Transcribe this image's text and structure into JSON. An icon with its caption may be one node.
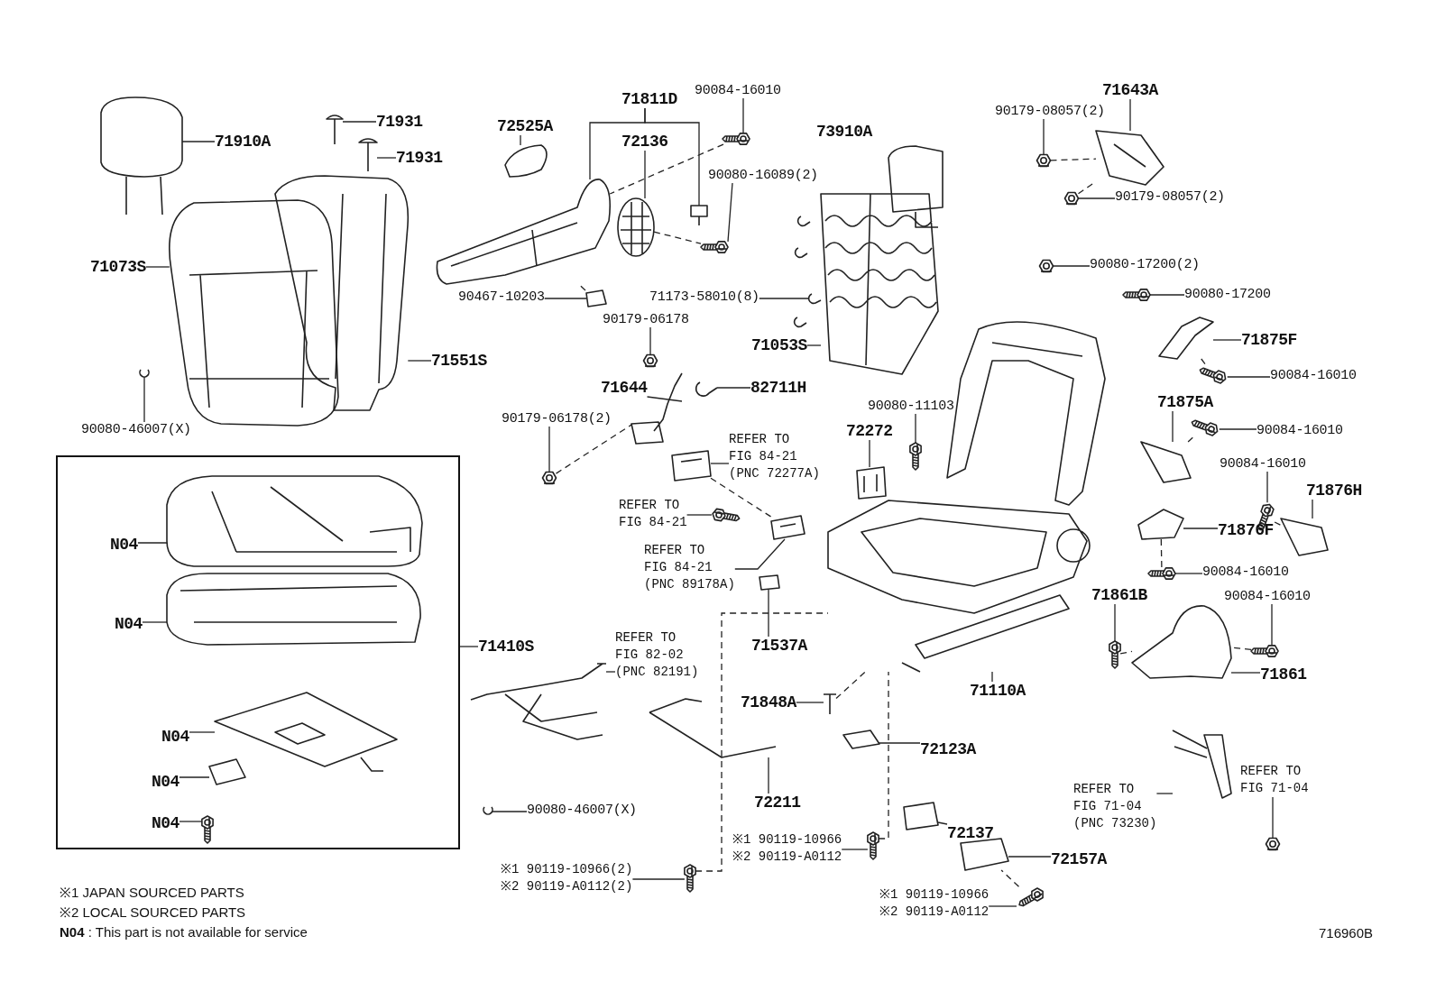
{
  "diagram": {
    "nodes": [
      {
        "text": [
          "71910A"
        ]
      },
      {
        "text": [
          "71931"
        ]
      },
      {
        "text": [
          "71931"
        ]
      },
      {
        "text": [
          "71073S"
        ]
      },
      {
        "text": [
          "71551S"
        ]
      },
      {
        "text": [
          "90080-46007(X)"
        ]
      },
      {
        "text": [
          "72525A"
        ]
      },
      {
        "text": [
          "71811D"
        ]
      },
      {
        "text": [
          "72136"
        ]
      },
      {
        "text": [
          "90084-16010"
        ]
      },
      {
        "text": [
          "90080-16089(2)"
        ]
      },
      {
        "text": [
          "90467-10203"
        ]
      },
      {
        "text": [
          "71173-58010(8)"
        ]
      },
      {
        "text": [
          "71053S"
        ]
      },
      {
        "text": [
          "90179-06178"
        ]
      },
      {
        "text": [
          "71644"
        ]
      },
      {
        "text": [
          "82711H"
        ]
      },
      {
        "text": [
          "90179-06178(2)"
        ]
      },
      {
        "text": [
          "90080-11103"
        ]
      },
      {
        "text": [
          "72272"
        ]
      },
      {
        "text": [
          "REFER TO FIG 84-21 (PNC 72277A)"
        ]
      },
      {
        "text": [
          "REFER TO FIG 84-21"
        ]
      },
      {
        "text": [
          "REFER TO FIG 84-21 (PNC 89178A)"
        ]
      },
      {
        "text": [
          "71537A"
        ]
      },
      {
        "text": [],
        "shape": "box"
      },
      {
        "text": [
          "N04"
        ],
        "in": 24
      },
      {
        "text": [
          "N04"
        ],
        "in": 24
      },
      {
        "text": [
          "N04"
        ],
        "in": 24
      },
      {
        "text": [
          "N04"
        ],
        "in": 24
      },
      {
        "text": [
          "N04"
        ],
        "in": 24
      },
      {
        "text": [
          "71410S"
        ]
      },
      {
        "text": [
          "REFER TO FIG 82-02 (PNC 82191)"
        ]
      },
      {
        "text": [
          "90080-46007(X)"
        ]
      },
      {
        "text": [
          "71848A"
        ]
      },
      {
        "text": [
          "72211"
        ]
      },
      {
        "text": [
          "※1 90119-10966 ※2 90119-A0112"
        ]
      },
      {
        "text": [
          "※1 90119-10966(2) ※2 90119-A0112(2)"
        ]
      },
      {
        "text": [
          "72123A"
        ]
      },
      {
        "text": [
          "71110A"
        ]
      },
      {
        "text": [
          "72137"
        ]
      },
      {
        "text": [
          "72157A"
        ]
      },
      {
        "text": [
          "※1 90119-10966 ※2 90119-A0112"
        ]
      },
      {
        "text": [
          "71643A"
        ]
      },
      {
        "text": [
          "90179-08057(2)"
        ]
      },
      {
        "text": [
          "90179-08057(2)"
        ]
      },
      {
        "text": [
          "90080-17200(2)"
        ]
      },
      {
        "text": [
          "90080-17200"
        ]
      },
      {
        "text": [
          "71875F"
        ]
      },
      {
        "text": [
          "90084-16010"
        ]
      },
      {
        "text": [
          "71875A"
        ]
      },
      {
        "text": [
          "90084-16010"
        ]
      },
      {
        "text": [
          "90084-16010"
        ]
      },
      {
        "text": [
          "71876H"
        ]
      },
      {
        "text": [
          "71876F"
        ]
      },
      {
        "text": [
          "90084-16010"
        ]
      },
      {
        "text": [
          "71861B"
        ]
      },
      {
        "text": [
          "90084-16010"
        ]
      },
      {
        "text": [
          "71861"
        ]
      },
      {
        "text": [
          "REFER TO FIG 71-04 (PNC 73230)"
        ]
      },
      {
        "text": [
          "REFER TO FIG 71-04"
        ]
      },
      {
        "text": [],
        "shape": "picture"
      },
      {
        "text": [],
        "shape": "picture"
      },
      {
        "text": [],
        "shape": "picture"
      },
      {
        "text": [],
        "shape": "picture"
      },
      {
        "text": [],
        "shape": "picture"
      },
      {
        "text": [],
        "shape": "picture"
      },
      {
        "text": [],
        "shape": "picture"
      },
      {
        "text": [],
        "shape": "picture"
      },
      {
        "text": [],
        "shape": "picture"
      },
      {
        "text": [],
        "shape": "picture"
      },
      {
        "text": [],
        "shape": "picture"
      },
      {
        "text": [],
        "shape": "picture"
      },
      {
        "text": [],
        "shape": "picture"
      },
      {
        "text": [],
        "shape": "picture"
      },
      {
        "text": [],
        "shape": "picture"
      },
      {
        "text": [],
        "shape": "picture"
      },
      {
        "text": [],
        "shape": "picture"
      },
      {
        "text": [],
        "shape": "picture"
      },
      {
        "text": [],
        "shape": "picture"
      },
      {
        "text": [],
        "shape": "picture"
      },
      {
        "text": [],
        "shape": "picture"
      },
      {
        "text": [],
        "shape": "picture"
      },
      {
        "text": [],
        "shape": "picture"
      },
      {
        "text": [],
        "shape": "picture"
      },
      {
        "text": [],
        "shape": "picture"
      },
      {
        "text": [],
        "shape": "picture",
        "in": 24
      },
      {
        "text": [],
        "shape": "picture",
        "in": 24
      },
      {
        "text": [],
        "shape": "picture",
        "in": 24
      },
      {
        "text": [],
        "shape": "picture",
        "in": 24
      },
      {
        "text": [],
        "shape": "picture",
        "in": 24
      },
      {
        "text": [],
        "shape": "picture"
      },
      {
        "text": [],
        "shape": "picture"
      },
      {
        "text": [],
        "shape": "picture"
      },
      {
        "text": [],
        "shape": "picture"
      },
      {
        "text": [],
        "shape": "picture"
      },
      {
        "text": [],
        "shape": "picture"
      },
      {
        "text": [],
        "shape": "picture"
      },
      {
        "text": [],
        "shape": "picture"
      },
      {
        "text": [],
        "shape": "picture"
      },
      {
        "text": [],
        "shape": "picture"
      },
      {
        "text": [],
        "shape": "picture"
      },
      {
        "text": [],
        "shape": "picture"
      },
      {
        "text": [],
        "shape": "picture"
      },
      {
        "text": [],
        "shape": "picture"
      },
      {
        "text": [],
        "shape": "picture"
      },
      {
        "text": [],
        "shape": "picture"
      },
      {
        "text": [],
        "shape": "picture"
      },
      {
        "text": [],
        "shape": "picture"
      },
      {
        "text": [],
        "shape": "picture"
      },
      {
        "text": [],
        "shape": "picture"
      },
      {
        "text": [],
        "shape": "picture"
      },
      {
        "text": [],
        "shape": "picture"
      },
      {
        "text": [],
        "shape": "picture"
      },
      {
        "text": [],
        "shape": "picture"
      },
      {
        "text": [],
        "shape": "picture"
      },
      {
        "text": [],
        "shape": "picture"
      },
      {
        "text": [],
        "shape": "picture"
      },
      {
        "text": [],
        "shape": "picture"
      },
      {
        "text": [],
        "shape": "picture"
      }
    ],
    "edges": [
      {
        "from": 0,
        "to": 60,
        "arrow": "none"
      },
      {
        "from": 1,
        "to": 61,
        "arrow": "none"
      },
      {
        "from": 2,
        "to": 62,
        "arrow": "none"
      },
      {
        "from": 3,
        "to": 63,
        "arrow": "none"
      },
      {
        "from": 4,
        "to": 64,
        "arrow": "none"
      },
      {
        "from": 5,
        "to": 65,
        "arrow": "none"
      },
      {
        "from": 6,
        "to": 66,
        "arrow": "none"
      },
      {
        "from": 7,
        "to": 67,
        "arrow": "none"
      },
      {
        "from": 7,
        "to": 68,
        "arrow": "none"
      },
      {
        "from": 8,
        "to": 69,
        "arrow": "none"
      },
      {
        "from": 9,
        "to": 70,
        "arrow": "none"
      },
      {
        "from": 10,
        "to": 71,
        "arrow": "none"
      },
      {
        "from": 11,
        "to": 72,
        "arrow": "none"
      },
      {
        "from": 12,
        "to": 73,
        "arrow": "none"
      },
      {
        "from": 13,
        "to": 74,
        "arrow": "none"
      },
      {
        "from": 14,
        "to": 75,
        "arrow": "none"
      },
      {
        "from": 15,
        "to": 76,
        "arrow": "none"
      },
      {
        "from": 16,
        "to": 77,
        "arrow": "none"
      },
      {
        "from": 17,
        "to": 78,
        "arrow": "none"
      },
      {
        "from": 18,
        "to": 79,
        "arrow": "none"
      },
      {
        "from": 19,
        "to": 80,
        "arrow": "none"
      },
      {
        "from": 20,
        "to": 81,
        "arrow": "none"
      },
      {
        "from": 21,
        "to": 82,
        "arrow": "none"
      },
      {
        "from": 22,
        "to": 83,
        "arrow": "none"
      },
      {
        "from": 23,
        "to": 84,
        "arrow": "none"
      },
      {
        "from": 25,
        "to": 85,
        "arrow": "none"
      },
      {
        "from": 26,
        "to": 86,
        "arrow": "none"
      },
      {
        "from": 27,
        "to": 87,
        "arrow": "none"
      },
      {
        "from": 28,
        "to": 88,
        "arrow": "none"
      },
      {
        "from": 29,
        "to": 89,
        "arrow": "none"
      },
      {
        "from": 30,
        "to": 24,
        "arrow": "none"
      },
      {
        "from": 31,
        "to": 90,
        "arrow": "none"
      },
      {
        "from": 32,
        "to": 91,
        "arrow": "none"
      },
      {
        "from": 33,
        "to": 92,
        "arrow": "none"
      },
      {
        "from": 34,
        "to": 93,
        "arrow": "none"
      },
      {
        "from": 35,
        "to": 94,
        "arrow": "none"
      },
      {
        "from": 36,
        "to": 95,
        "arrow": "none"
      },
      {
        "from": 37,
        "to": 96,
        "arrow": "none"
      },
      {
        "from": 38,
        "to": 97,
        "arrow": "none"
      },
      {
        "from": 39,
        "to": 98,
        "arrow": "none"
      },
      {
        "from": 40,
        "to": 99,
        "arrow": "none"
      },
      {
        "from": 41,
        "to": 100,
        "arrow": "none"
      },
      {
        "from": 42,
        "to": 101,
        "arrow": "none"
      },
      {
        "from": 43,
        "to": 102,
        "arrow": "none"
      },
      {
        "from": 44,
        "to": 103,
        "arrow": "none"
      },
      {
        "from": 45,
        "to": 104,
        "arrow": "none"
      },
      {
        "from": 46,
        "to": 105,
        "arrow": "none"
      },
      {
        "from": 47,
        "to": 106,
        "arrow": "none"
      },
      {
        "from": 48,
        "to": 107,
        "arrow": "none"
      },
      {
        "from": 49,
        "to": 108,
        "arrow": "none"
      },
      {
        "from": 50,
        "to": 109,
        "arrow": "none"
      },
      {
        "from": 51,
        "to": 110,
        "arrow": "none"
      },
      {
        "from": 52,
        "to": 111,
        "arrow": "none"
      },
      {
        "from": 53,
        "to": 112,
        "arrow": "none"
      },
      {
        "from": 54,
        "to": 113,
        "arrow": "none"
      },
      {
        "from": 55,
        "to": 114,
        "arrow": "none"
      },
      {
        "from": 56,
        "to": 115,
        "arrow": "none"
      },
      {
        "from": 57,
        "to": 116,
        "arrow": "none"
      },
      {
        "from": 58,
        "to": 117,
        "arrow": "none"
      },
      {
        "from": 59,
        "to": 118,
        "arrow": "none"
      },
      {
        "from": 70,
        "to": 67,
        "arrow": "none",
        "style": "dashed"
      },
      {
        "from": 72,
        "to": 67,
        "arrow": "none",
        "style": "dashed"
      },
      {
        "from": 69,
        "to": 71,
        "arrow": "none",
        "style": "dashed"
      },
      {
        "from": 78,
        "to": 76,
        "arrow": "none",
        "style": "dashed"
      },
      {
        "from": 81,
        "to": 83,
        "arrow": "none",
        "style": "dashed"
      },
      {
        "from": 92,
        "to": 97,
        "arrow": "none",
        "style": "dashed"
      },
      {
        "from": 102,
        "to": 101,
        "arrow": "none",
        "style": "dashed"
      },
      {
        "from": 103,
        "to": 101,
        "arrow": "none",
        "style": "dashed"
      },
      {
        "from": 106,
        "to": 107,
        "arrow": "none",
        "style": "dashed"
      },
      {
        "from": 108,
        "to": 109,
        "arrow": "none",
        "style": "dashed"
      },
      {
        "from": 110,
        "to": 111,
        "arrow": "none",
        "style": "dashed"
      },
      {
        "from": 112,
        "to": 113,
        "arrow": "none",
        "style": "dashed"
      },
      {
        "from": 114,
        "to": 116,
        "arrow": "none",
        "style": "dashed"
      },
      {
        "from": 115,
        "to": 116,
        "arrow": "none",
        "style": "dashed"
      },
      {
        "from": 94,
        "to": 97,
        "arrow": "none",
        "style": "dashed"
      },
      {
        "from": 95,
        "to": 97,
        "arrow": "none",
        "style": "dashed"
      },
      {
        "from": 100,
        "to": 99,
        "arrow": "none",
        "style": "dashed"
      }
    ],
    "labels": [
      "73910A",
      "※1 JAPAN SOURCED PARTS",
      "※2 LOCAL SOURCED PARTS",
      "**N04** : This part is not available for service",
      "716960B"
    ]
  }
}
